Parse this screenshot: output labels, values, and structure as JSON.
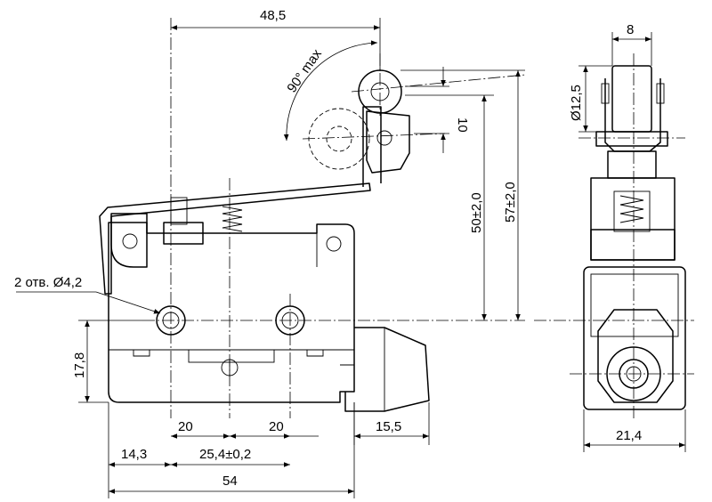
{
  "dimensions": {
    "d_48_5": "48,5",
    "d_90max": "90° max",
    "d_10": "10",
    "d_8": "8",
    "d_12_5": "Ø12,5",
    "d_50": "50±2,0",
    "d_57": "57±2,0",
    "d_holes": "2 отв. Ø4,2",
    "d_17_8": "17,8",
    "d_20a": "20",
    "d_20b": "20",
    "d_15_5": "15,5",
    "d_14_3": "14,3",
    "d_25_4": "25,4±0,2",
    "d_54": "54",
    "d_21_4": "21,4"
  }
}
